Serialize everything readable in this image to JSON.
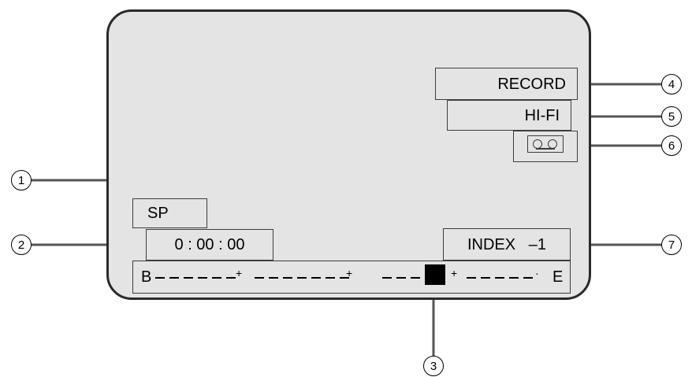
{
  "screen": {
    "speed_mode": "SP",
    "counter": "0 : 00 : 00",
    "record_status": "RECORD",
    "audio_mode": "HI-FI",
    "tape_icon": "cassette-tape-icon",
    "index": "INDEX   –1"
  },
  "position_bar": {
    "begin_label": "B",
    "end_label": "E"
  },
  "callouts": {
    "c1": "1",
    "c2": "2",
    "c3": "3",
    "c4": "4",
    "c5": "5",
    "c6": "6",
    "c7": "7"
  }
}
